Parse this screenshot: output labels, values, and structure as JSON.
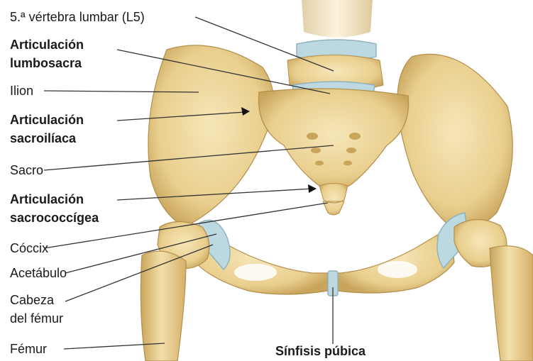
{
  "labels": {
    "l5": "5.ª vértebra lumbar (L5)",
    "lumbosacral_1": "Articulación",
    "lumbosacral_2": "lumbosacra",
    "ilium": "Ilion",
    "sacroiliac_1": "Articulación",
    "sacroiliac_2": "sacroilíaca",
    "sacrum": "Sacro",
    "sacrococcygeal_1": "Articulación",
    "sacrococcygeal_2": "sacrococcígea",
    "coccyx": "Cóccix",
    "acetabulum": "Acetábulo",
    "femoral_head_1": "Cabeza",
    "femoral_head_2": "del fémur",
    "femur": "Fémur",
    "pubic_symphysis": "Sínfisis púbica"
  },
  "colors": {
    "bone": "#e9cf8e",
    "bone_shadow": "#c9a55c",
    "bone_highlight": "#f6e6b8",
    "cartilage": "#bcd8e0",
    "line": "#333333"
  }
}
